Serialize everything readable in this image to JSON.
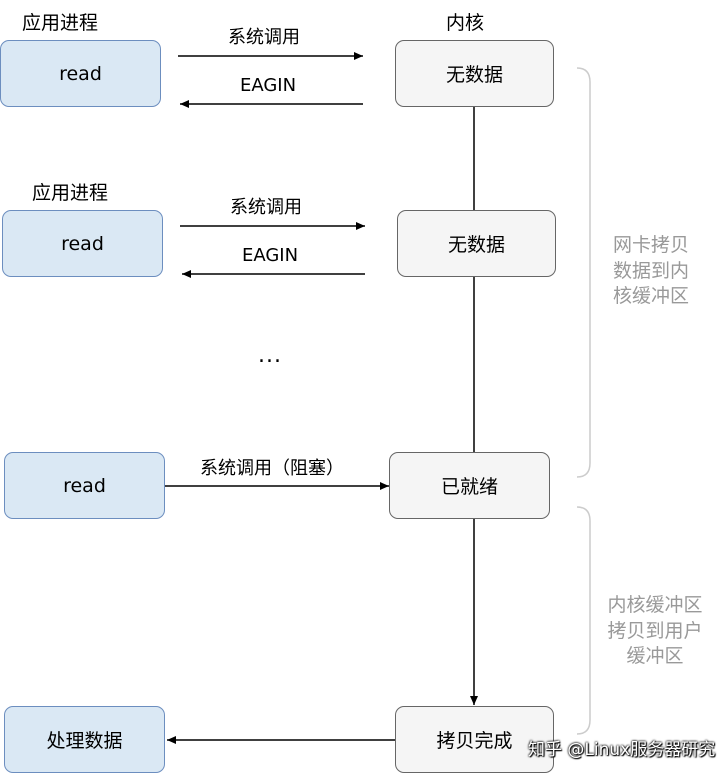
{
  "headings": {
    "app_process_1": "应用进程",
    "kernel": "内核",
    "app_process_2": "应用进程"
  },
  "app_boxes": {
    "read_1": "read",
    "read_2": "read",
    "read_3": "read",
    "process_data": "处理数据"
  },
  "kernel_boxes": {
    "no_data_1": "无数据",
    "no_data_2": "无数据",
    "ready": "已就绪",
    "copy_done": "拷贝完成"
  },
  "arrows": {
    "syscall_1": "系统调用",
    "eagin_1": "EAGIN",
    "syscall_2": "系统调用",
    "eagin_2": "EAGIN",
    "syscall_blocking": "系统调用（阻塞）"
  },
  "ellipsis": "...",
  "brackets": {
    "nic_copy": [
      "网卡拷贝",
      "数据到内",
      "核缓冲区"
    ],
    "kernel_copy": [
      "内核缓冲区",
      "拷贝到用户",
      "缓冲区"
    ]
  },
  "watermark": "知乎 @Linux服务器研究",
  "colors": {
    "app_box_fill": "#dae8f4",
    "app_box_border": "#6c8ebf",
    "kernel_box_fill": "#f5f5f5",
    "kernel_box_border": "#666666",
    "bracket": "#cccccc",
    "note_text": "#999999"
  }
}
